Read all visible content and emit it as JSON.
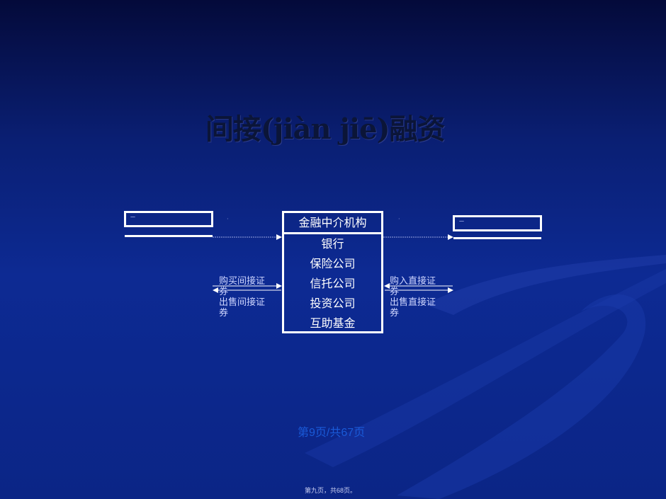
{
  "slide": {
    "title": "间接(jiàn jiē)融资",
    "page_indicator": "第9页/共67页",
    "footer": "第九页，共68页。"
  },
  "diagram": {
    "left_box_label": "一",
    "right_box_label": "一",
    "center": {
      "header": "金融中介机构",
      "items": [
        "银行",
        "保险公司",
        "信托公司",
        "投资公司",
        "互助基金"
      ]
    },
    "left_labels": {
      "buy": "购买间接证券",
      "sell": "出售间接证券"
    },
    "right_labels": {
      "buy": "购入直接证券",
      "sell": "出售直接证券"
    }
  },
  "colors": {
    "background_top": "#040a3a",
    "background_mid": "#0d2a93",
    "title": "#0b1538",
    "page_indicator": "#1a5ad8"
  }
}
